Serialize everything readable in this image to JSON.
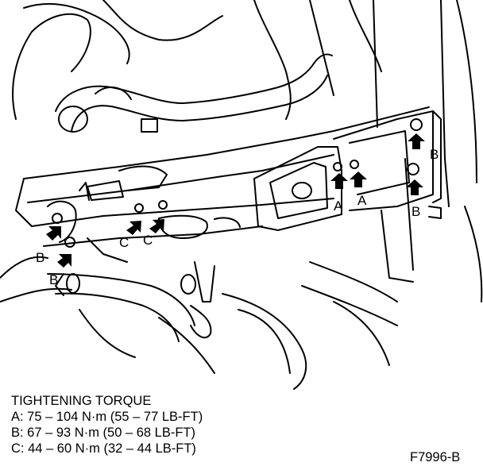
{
  "callouts": {
    "a_left": "A",
    "a_right": "A",
    "b_top_right": "B",
    "b_mid_right": "B",
    "b_left_upper": "B",
    "b_left_lower": "B",
    "c_left": "C",
    "c_right": "C"
  },
  "legend": {
    "title": "TIGHTENING TORQUE",
    "a": "A: 75 – 104 N·m (55 – 77 LB-FT)",
    "b": "B: 67 – 93 N·m (50 – 68 LB-FT)",
    "c": "C: 44 – 60 N·m (32 – 44 LB-FT)"
  },
  "figure_id": "F7996-B"
}
